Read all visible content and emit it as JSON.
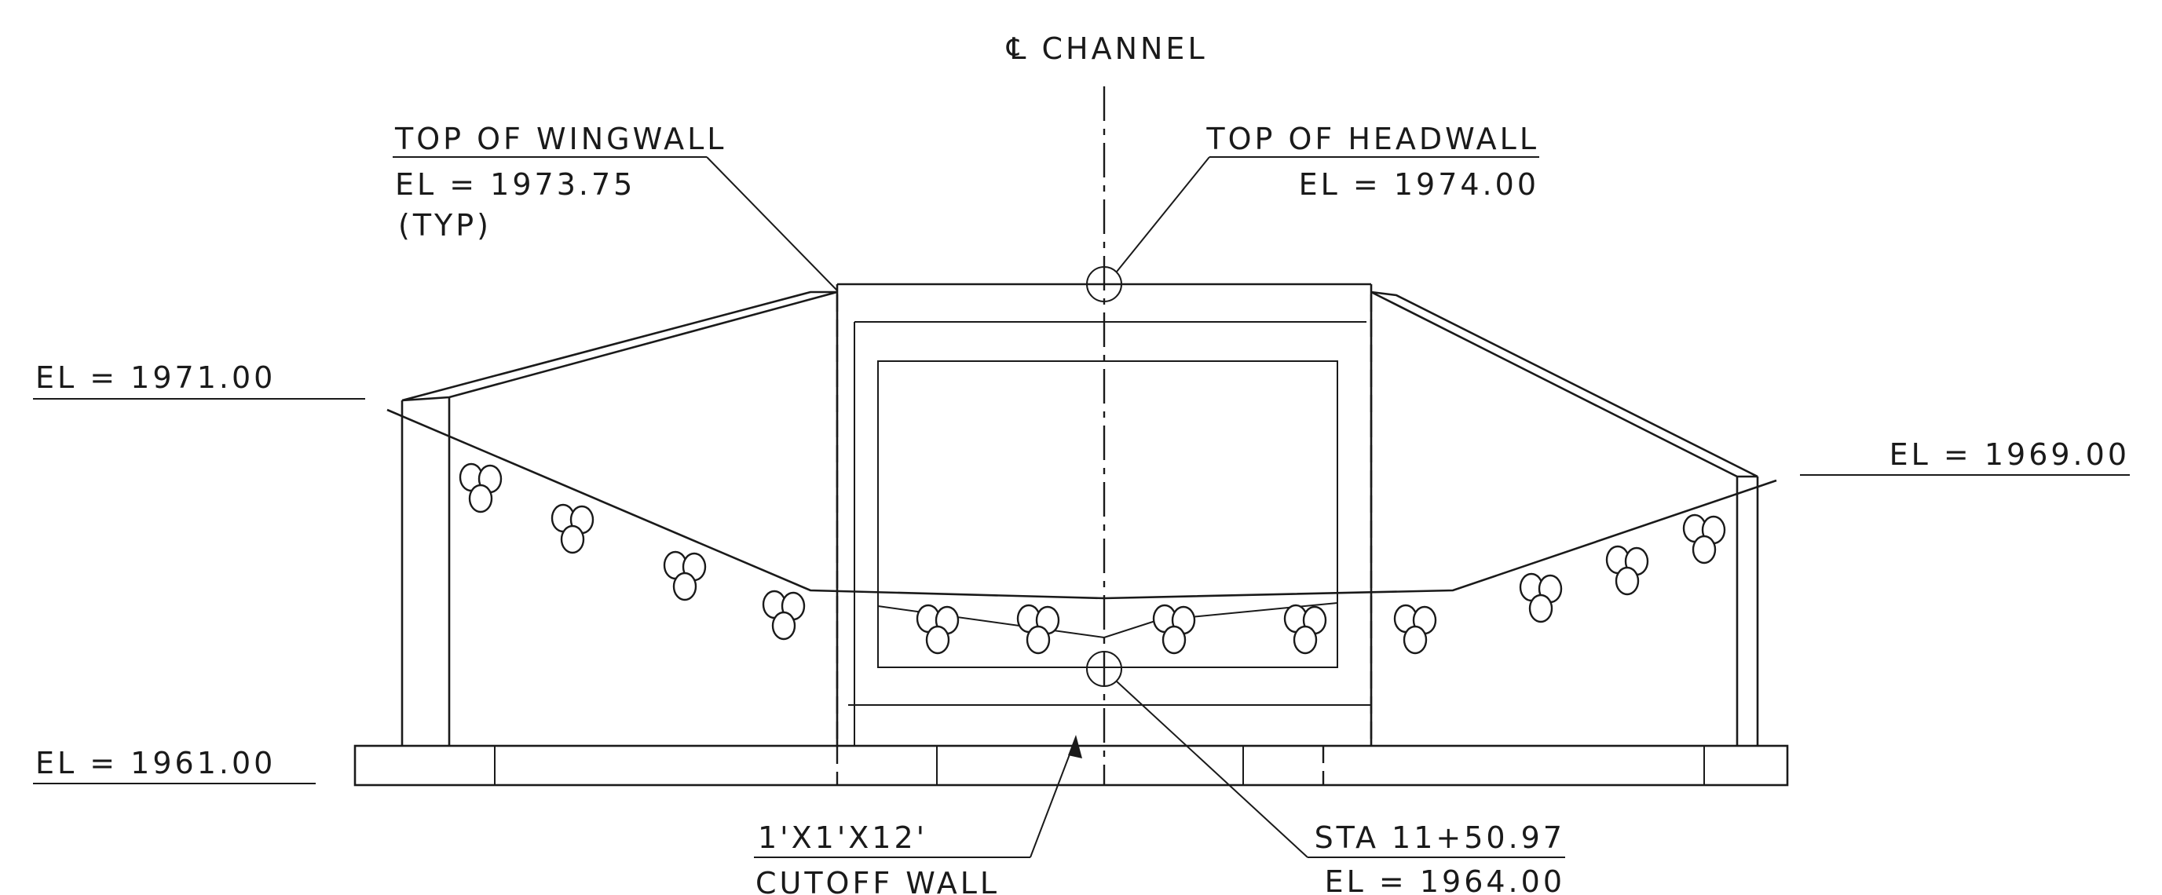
{
  "labels": {
    "centerline": "℄ CHANNEL",
    "wingwall_top": "TOP OF WINGWALL",
    "wingwall_el": "EL = 1973.75",
    "wingwall_typ": "(TYP)",
    "headwall_top": "TOP OF HEADWALL",
    "headwall_el": "EL = 1974.00",
    "left_el": "EL = 1971.00",
    "right_el": "EL = 1969.00",
    "base_el": "EL = 1961.00",
    "cutoff_size": "1'X1'X12'",
    "cutoff_name": "CUTOFF WALL",
    "station": "STA 11+50.97",
    "invert_el": "EL = 1964.00"
  }
}
